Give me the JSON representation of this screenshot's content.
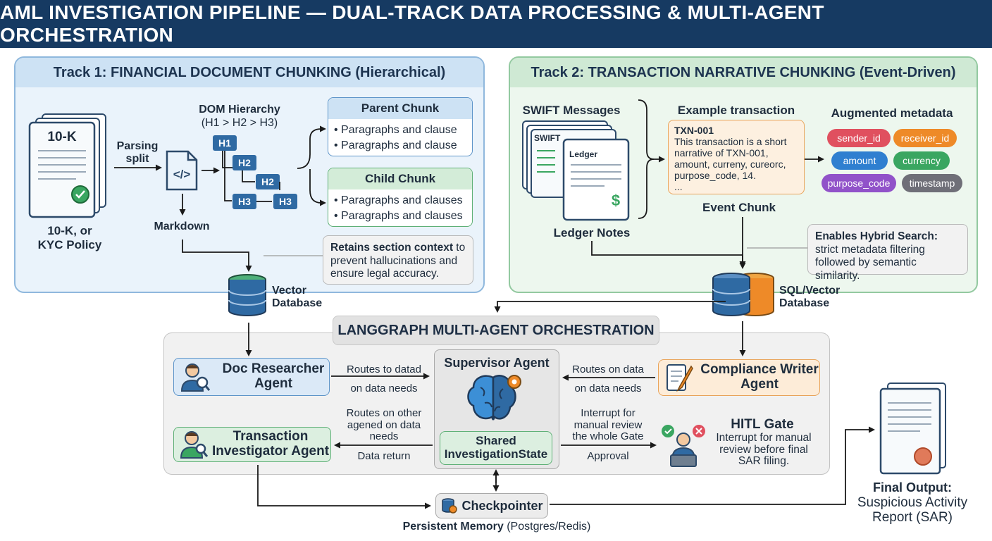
{
  "title": "AML INVESTIGATION PIPELINE — DUAL-TRACK DATA PROCESSING & MULTI-AGENT ORCHESTRATION",
  "track1": {
    "header": "Track 1: FINANCIAL DOCUMENT CHUNKING (Hierarchical)",
    "doc_label": "10-K",
    "doc_caption": "10-K, or\nKYC Policy",
    "parsing_label": "Parsing\nsplit",
    "markdown_label": "Markdown",
    "dom_title": "DOM Hierarchy",
    "dom_subtitle": "(H1 > H2 > H3)",
    "headings": [
      "H1",
      "H2",
      "H2",
      "H3",
      "H3"
    ],
    "parent_chunk": {
      "title": "Parent Chunk",
      "lines": [
        "• Paragraphs and clause",
        "• Paragraphs and clause"
      ]
    },
    "child_chunk": {
      "title": "Child Chunk",
      "lines": [
        "• Paragraphs and clauses",
        "• Paragraphs and clauses"
      ]
    },
    "note_bold": "Retains section context",
    "note_rest": " to prevent hallucinations and ensure legal accuracy.",
    "db_label": "Vector\nDatabase"
  },
  "track2": {
    "header": "Track 2: TRANSACTION NARRATIVE CHUNKING (Event-Driven)",
    "swift_label": "SWIFT Messages",
    "swift_doc": "SWIFT",
    "ledger_doc": "Ledger",
    "ledger_caption": "Ledger Notes",
    "example_title": "Example transaction",
    "example_id": "TXN-001",
    "example_text": "This transaction is a short narrative of TXN-001, amount, curreny, cureorc, purpose_code, 14.\n...",
    "event_chunk": "Event Chunk",
    "meta_title": "Augmented metadata",
    "metadata": [
      {
        "label": "sender_id",
        "color": "#e0505f"
      },
      {
        "label": "receiver_id",
        "color": "#ee8a28"
      },
      {
        "label": "amount",
        "color": "#2f7fd0"
      },
      {
        "label": "currency",
        "color": "#3aa661"
      },
      {
        "label": "purpose_code",
        "color": "#9152c9"
      },
      {
        "label": "timestamp",
        "color": "#6f6f78"
      }
    ],
    "note_bold": "Enables Hybrid Search:",
    "note_rest": " strict metadata filtering followed by semantic similarity.",
    "db_label": "SQL/Vector\nDatabase"
  },
  "orchestration": {
    "title": "LANGGRAPH MULTI-AGENT ORCHESTRATION",
    "doc_researcher": "Doc Researcher\nAgent",
    "transaction_investigator": "Transaction\nInvestigator Agent",
    "supervisor": "Supervisor Agent",
    "shared_state": "Shared\nInvestigationState",
    "compliance_writer": "Compliance Writer\nAgent",
    "edge_left_top": "Routes to datad",
    "edge_left_top2": "on data needs",
    "edge_left_mid": "Routes on other\nagened on data\nneeds",
    "edge_left_bottom": "Data return",
    "edge_right_top": "Routes on data",
    "edge_right_top2": "on data needs",
    "edge_right_mid": "Interrupt for\nmanual review\nthe whole Gate",
    "edge_right_bottom": "Approval",
    "hitl_title": "HITL Gate",
    "hitl_text": "Interrupt for manual\nreview before final\nSAR filing."
  },
  "checkpointer": {
    "label": "Checkpointer",
    "caption_bold": "Persistent Memory",
    "caption_rest": " (Postgres/Redis)"
  },
  "final_output": {
    "title": "Final Output:",
    "text": "Suspicious Activity\nReport (SAR)"
  },
  "colors": {
    "title_bar": "#163a62",
    "track1_bg": "#eaf3fb",
    "track2_bg": "#edf7ee",
    "blue_accent": "#2f6aa3",
    "green_accent": "#3aa661",
    "orange_accent": "#ee8a28"
  }
}
